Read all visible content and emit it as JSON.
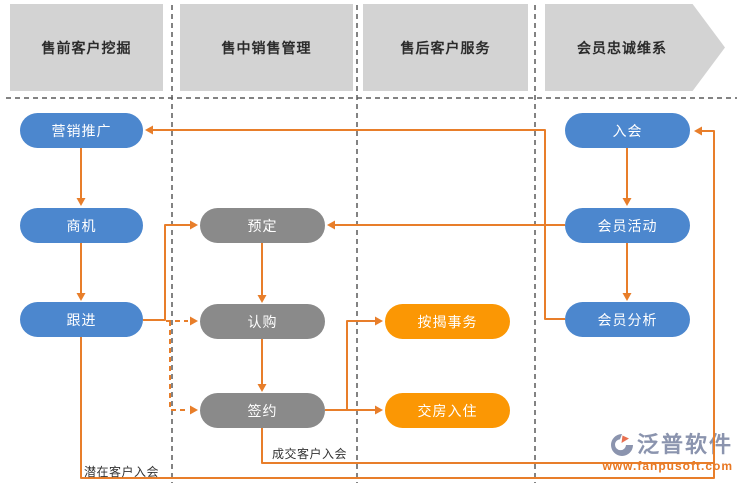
{
  "header": {
    "stages": [
      {
        "label": "售前客户挖掘"
      },
      {
        "label": "售中销售管理"
      },
      {
        "label": "售后客户服务"
      },
      {
        "label": "会员忠诚维系"
      }
    ]
  },
  "nodes": {
    "marketing": "营销推广",
    "opportunity": "商机",
    "follow_up": "跟进",
    "reservation": "预定",
    "subscription": "认购",
    "signing": "签约",
    "mortgage": "按揭事务",
    "move_in": "交房入住",
    "join_member": "入会",
    "member_activity": "会员活动",
    "member_analysis": "会员分析"
  },
  "annotations": {
    "potential_customer_join": "潜在客户入会",
    "deal_customer_join": "成交客户入会"
  },
  "logo": {
    "name": "泛普软件",
    "website": "www.fanpusoft.com"
  },
  "icons": {
    "logo_icon": "fanpu-swoosh-icon"
  },
  "colors": {
    "blue_node": "#4C87CE",
    "gray_node": "#8A8A8A",
    "orange_node": "#FB9704",
    "arrow": "#E87E2A",
    "header_bg": "#D3D3D3",
    "separator": "#5A5A5A",
    "logo_text": "#8B94AE",
    "logo_url": "#E87722"
  }
}
